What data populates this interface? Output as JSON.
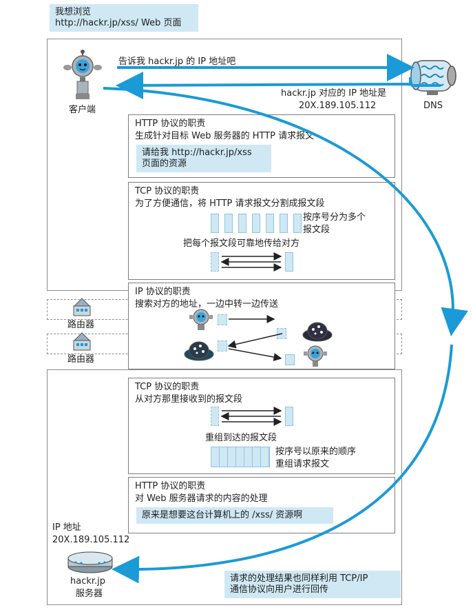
{
  "client": {
    "bubble": [
      "我想浏览",
      "http://hackr.jp/xss/ Web 页面"
    ],
    "label": "客户端"
  },
  "dns": {
    "label": "DNS",
    "query": "告诉我 hackr.jp 的 IP 地址吧",
    "reply": [
      "hackr.jp 对应的 IP 地址是",
      "20X.189.105.112"
    ]
  },
  "http_client": {
    "title": "HTTP 协议的职责",
    "desc": "生成针对目标 Web 服务器的 HTTP 请求报文",
    "note": [
      "请给我 http://hackr.jp/xss",
      "页面的资源"
    ]
  },
  "tcp_client": {
    "title": "TCP 协议的职责",
    "desc": "为了方便通信，将 HTTP 请求报文分割成报文段",
    "segment_note": [
      "按序号分为多个",
      "报文段"
    ],
    "transfer_note": "把每个报文段可靠地传给对方"
  },
  "ip": {
    "title": "IP 协议的职责",
    "desc": "搜索对方的地址，一边中转一边传送"
  },
  "routers": [
    "路由器",
    "路由器"
  ],
  "tcp_server": {
    "title": "TCP 协议的职责",
    "desc": "从对方那里接收到的报文段",
    "reassemble": "重组到达的报文段",
    "order_note": [
      "按序号以原来的顺序",
      "重组请求报文"
    ]
  },
  "http_server": {
    "title": "HTTP 协议的职责",
    "desc": "对 Web 服务器请求的内容的处理",
    "note": "原来是想要这台计算机上的 /xss/ 资源啊"
  },
  "server": {
    "ip_label": [
      "IP 地址",
      "20X.189.105.112"
    ],
    "name": [
      "hackr.jp",
      "服务器"
    ],
    "response_note": [
      "请求的处理结果也同样利用 TCP/IP",
      "通信协议向用户进行回传"
    ]
  },
  "colors": {
    "flow": "#1a9ad6",
    "note_bg": "#cfe8f4"
  }
}
